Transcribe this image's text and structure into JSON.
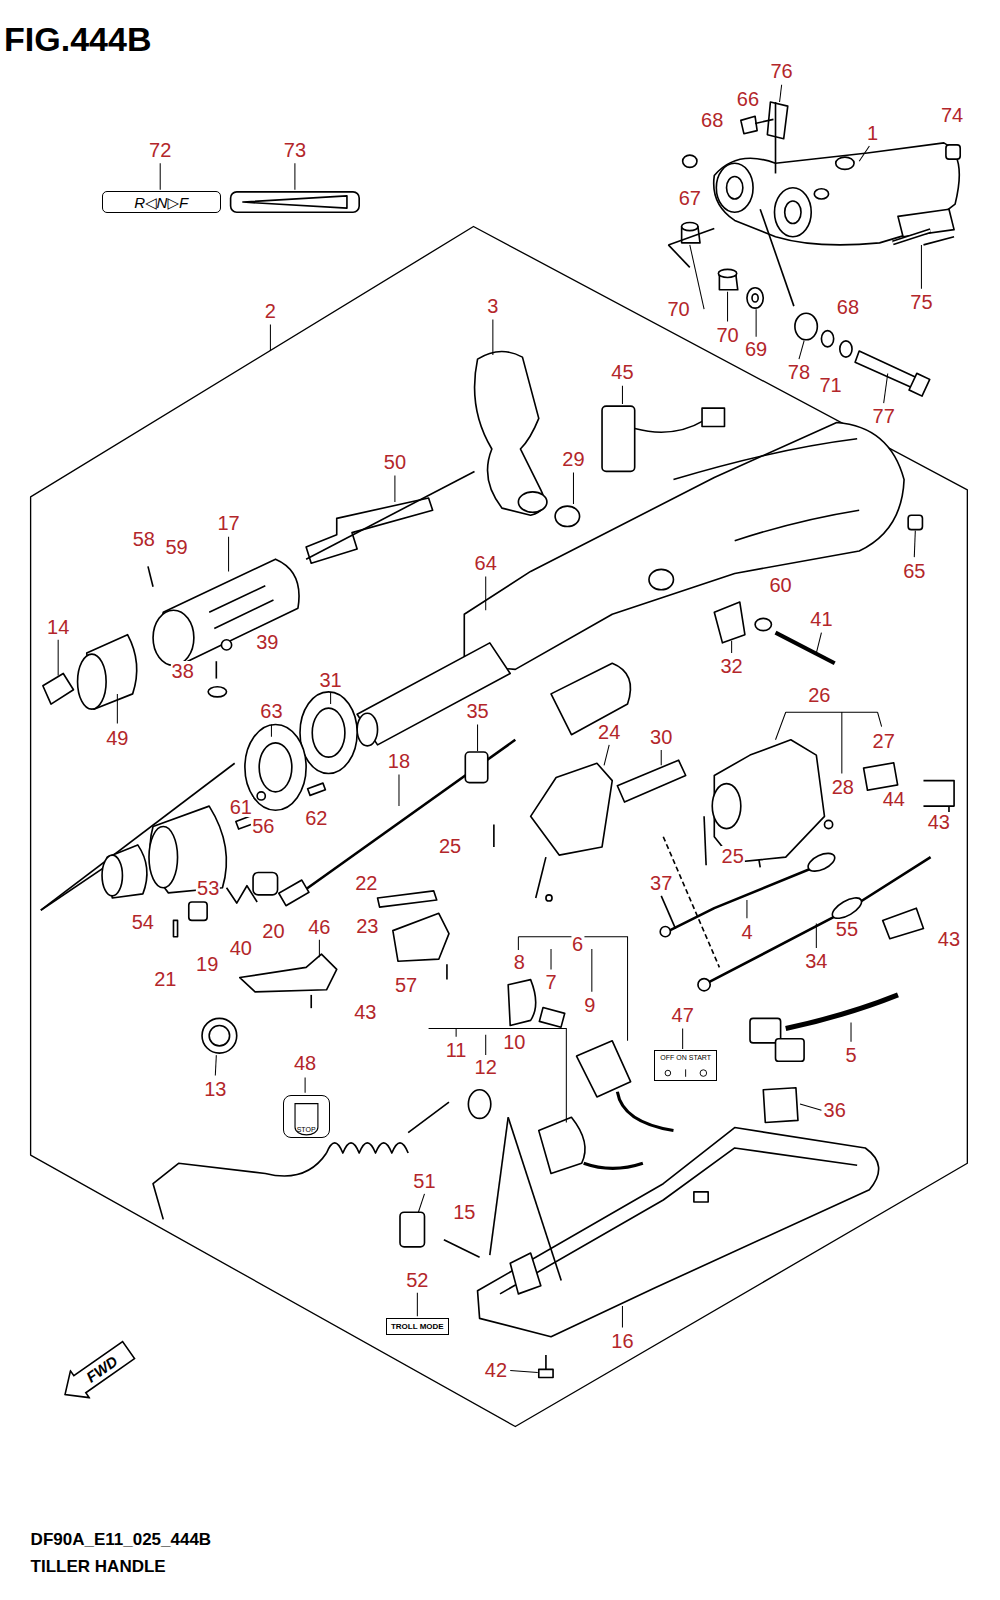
{
  "diagram": {
    "title": "FIG.444B",
    "nodes": [
      {
        "text": [
          "R◁N▷F"
        ]
      },
      {
        "text": [
          "OFF ON START"
        ]
      },
      {
        "text": [
          "STOP"
        ]
      },
      {
        "text": [
          "TROLL MODE"
        ]
      },
      {
        "text": [
          "FWD"
        ]
      }
    ],
    "labels": [
      "72",
      "73",
      "76",
      "66",
      "68",
      "1",
      "74",
      "67",
      "70",
      "70",
      "69",
      "78",
      "71",
      "68",
      "75",
      "77",
      "2",
      "3",
      "45",
      "50",
      "29",
      "17",
      "58",
      "59",
      "64",
      "65",
      "60",
      "41",
      "14",
      "39",
      "32",
      "38",
      "31",
      "26",
      "63",
      "35",
      "24",
      "30",
      "49",
      "27",
      "18",
      "28",
      "44",
      "61",
      "62",
      "43",
      "56",
      "25",
      "25",
      "37",
      "22",
      "53",
      "54",
      "23",
      "46",
      "20",
      "4",
      "55",
      "43",
      "6",
      "40",
      "34",
      "8",
      "19",
      "21",
      "7",
      "57",
      "9",
      "43",
      "47",
      "10",
      "11",
      "5",
      "48",
      "12",
      "13",
      "36",
      "51",
      "15",
      "52",
      "16",
      "42",
      "DF90A_E11_025_444B",
      "TILLER HANDLE"
    ]
  }
}
